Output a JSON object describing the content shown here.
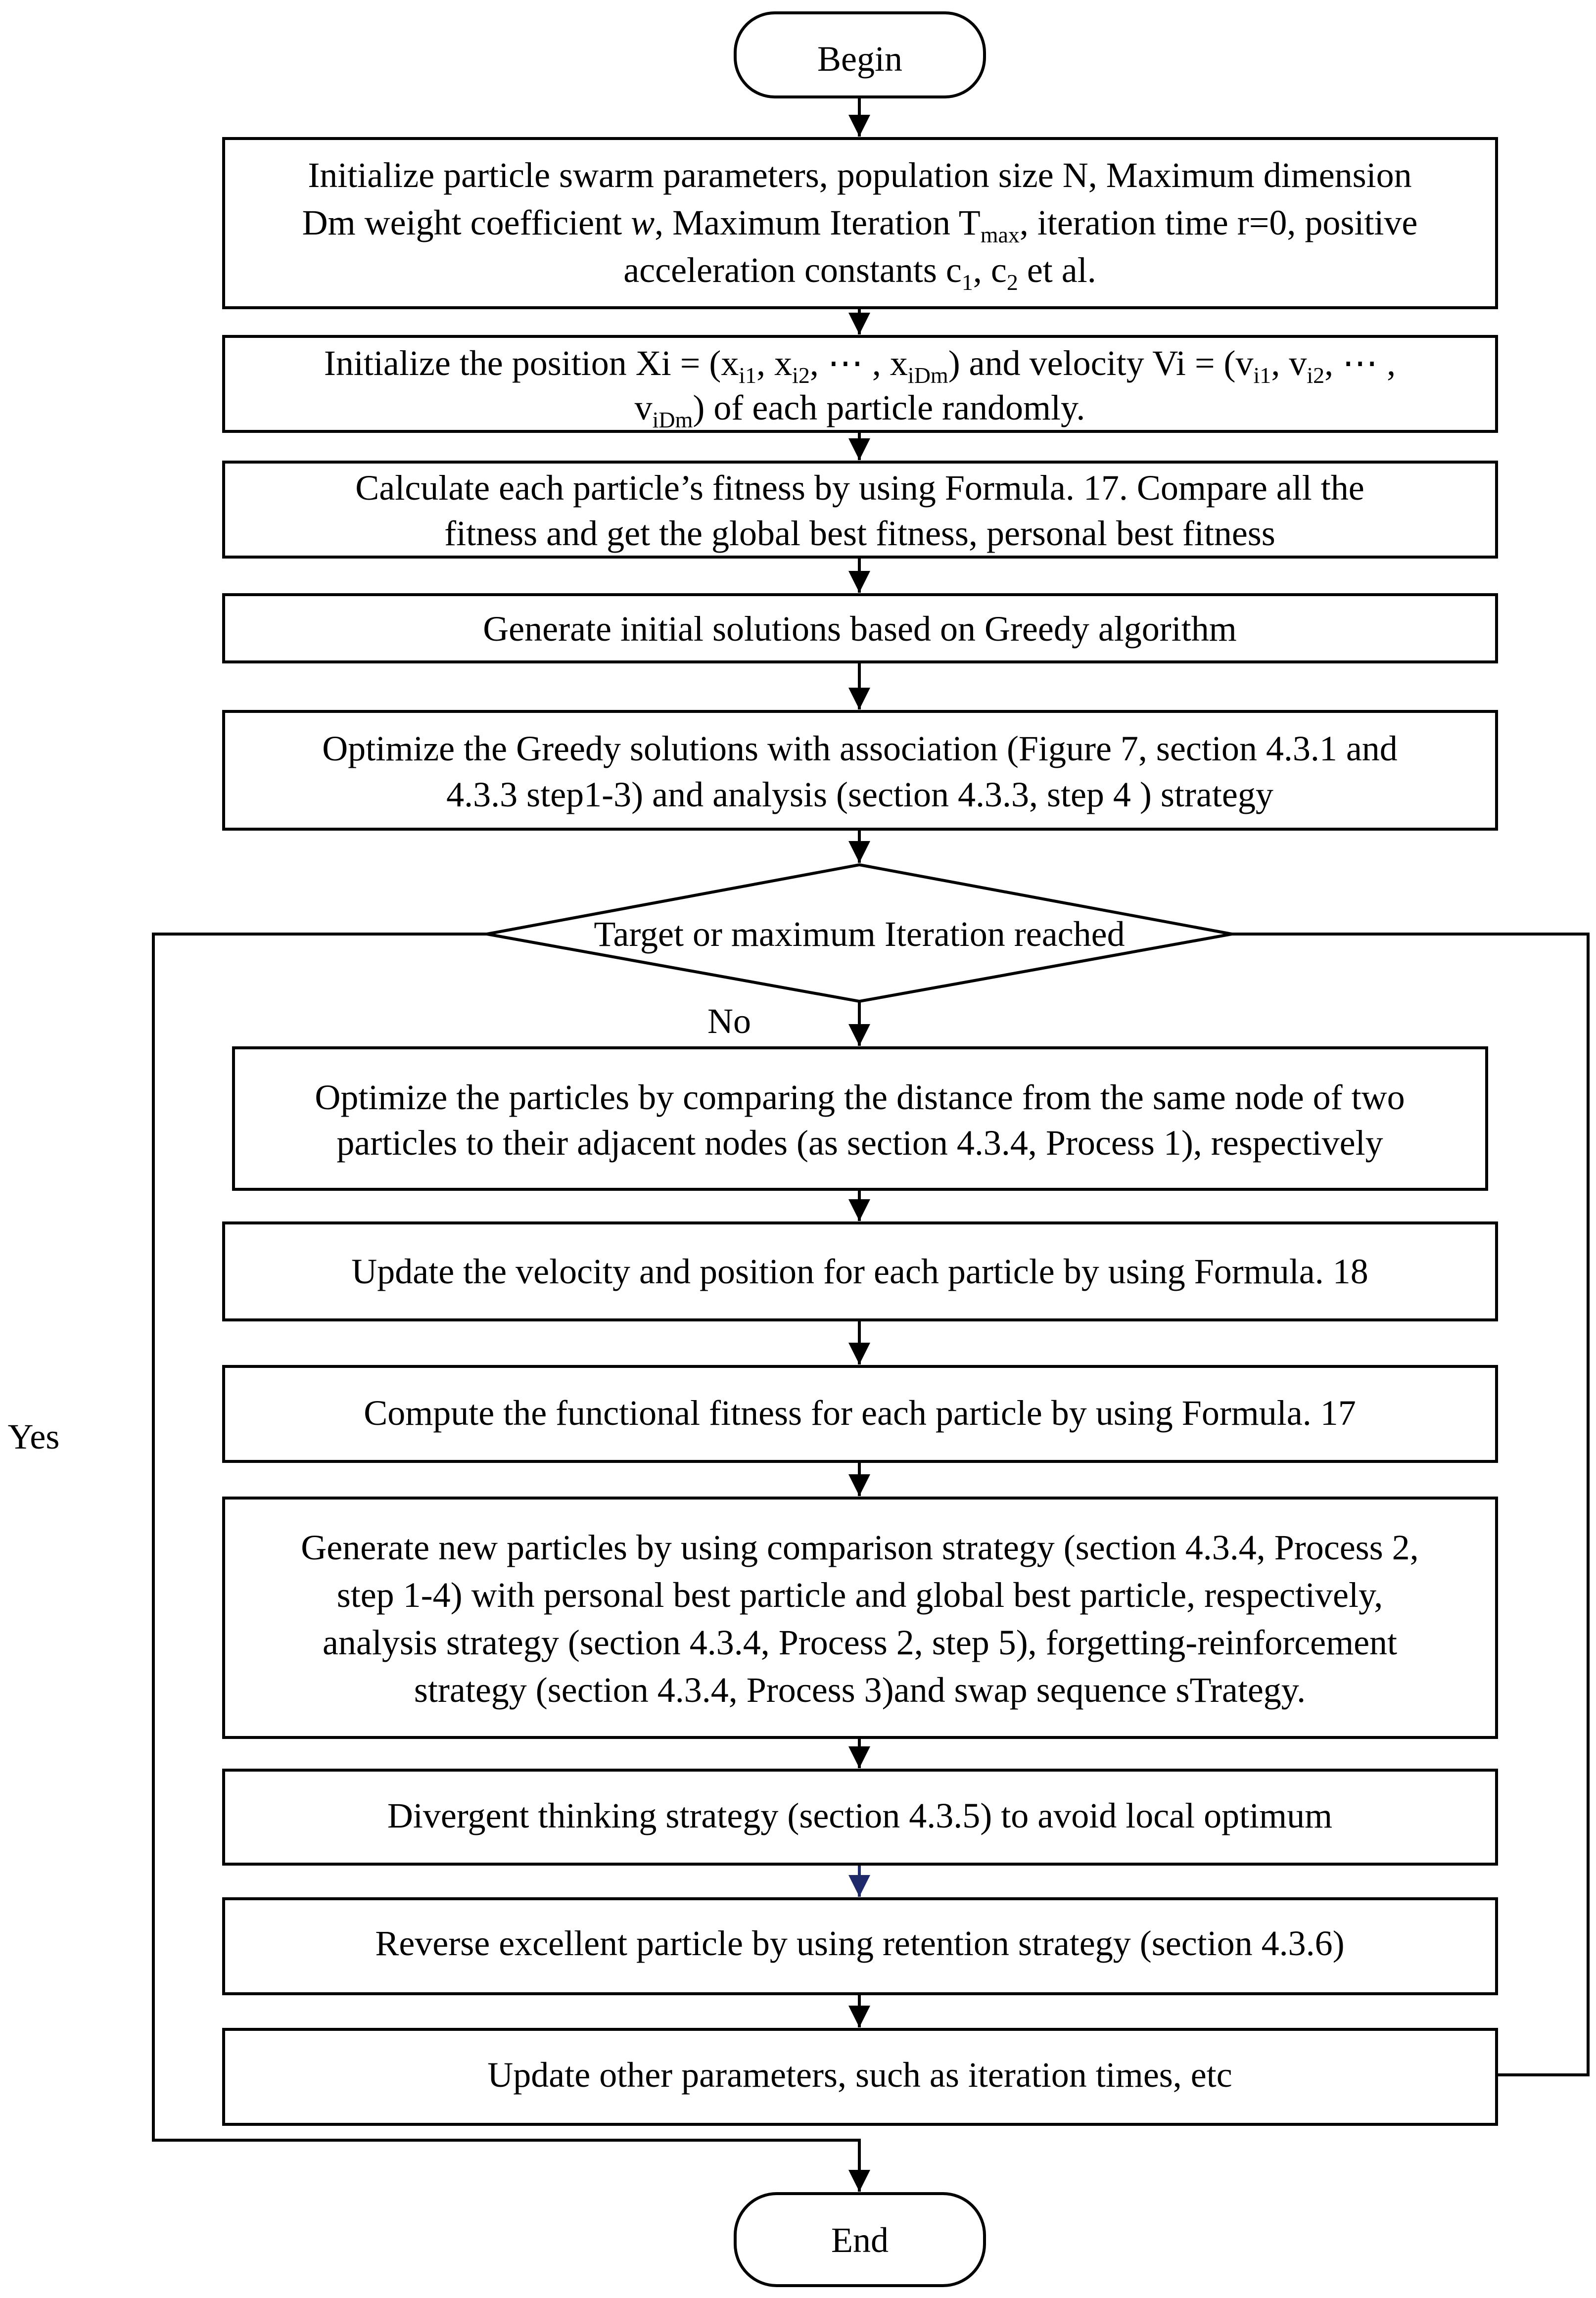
{
  "begin": "Begin",
  "end": "End",
  "init_params": {
    "line1": "Initialize particle swarm parameters, population size N, Maximum dimension",
    "line2_a": "Dm weight coefficient ",
    "line2_w": "w",
    "line2_b": ", Maximum Iteration T",
    "line2_sub": "max",
    "line2_c": ", iteration time r=0, positive",
    "line3_a": "acceleration constants c",
    "line3_sub1": "1",
    "line3_b": ", c",
    "line3_sub2": "2",
    "line3_c": " et al."
  },
  "init_position": {
    "line1_a": "Initialize the position Xi = (x",
    "sub_i1": "i1",
    "line1_b": ", x",
    "sub_i2": "i2",
    "line1_c": ", ⋯ , x",
    "sub_iDm": "iDm",
    "line1_d": ") and velocity Vi = (v",
    "sub_vi1": "i1",
    "line1_e": ", v",
    "sub_vi2": "i2",
    "line1_f": ", ⋯ ,",
    "line2_a": "v",
    "sub_viDm": "iDm",
    "line2_b": ")  of each particle randomly."
  },
  "calc_fitness": {
    "line1": "Calculate each particle’s  fitness by using Formula. 17. Compare all the",
    "line2": "fitness and get the global best fitness, personal best fitness"
  },
  "greedy": "Generate initial solutions based on Greedy algorithm",
  "optimize_greedy": {
    "line1": "Optimize the Greedy solutions with association (Figure 7, section 4.3.1 and",
    "line2": "4.3.3 step1-3)  and  analysis (section 4.3.3, step 4 ) strategy"
  },
  "decision": "Target or maximum Iteration reached",
  "no_label": "No",
  "yes_label": "Yes",
  "optimize_particles": {
    "line1": "Optimize the particles by comparing the distance from the same node of two",
    "line2": "particles to their adjacent nodes (as section 4.3.4, Process 1), respectively"
  },
  "update_velocity": "Update the velocity and position for each particle  by using Formula. 18",
  "compute_fitness": "Compute the functional fitness for each particle  by using Formula. 17",
  "generate_new": {
    "line1": "Generate new particles by using comparison strategy (section 4.3.4, Process 2,",
    "line2": "step 1-4) with  personal best particle and global best particle, respectively,",
    "line3": "analysis strategy (section 4.3.4, Process 2, step 5), forgetting-reinforcement",
    "line4": "strategy  (section 4.3.4, Process 3)and swap sequence sTrategy."
  },
  "divergent": "Divergent thinking strategy (section 4.3.5) to avoid local optimum",
  "reverse": "Reverse excellent particle by using retention strategy (section 4.3.6)",
  "update_other": "Update other parameters, such as iteration times, etc"
}
